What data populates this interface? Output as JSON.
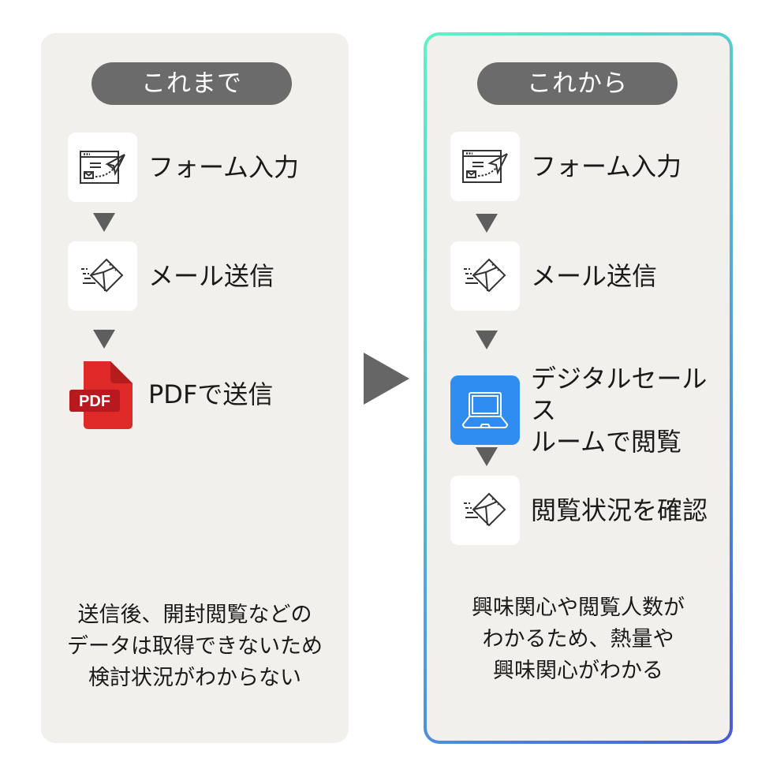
{
  "before": {
    "heading": "これまで",
    "steps": [
      {
        "label": "フォーム入力",
        "icon": "form-send-icon"
      },
      {
        "label": "メール送信",
        "icon": "mail-send-icon"
      },
      {
        "label": "PDFで送信",
        "icon": "pdf-file-icon",
        "icon_text": "PDF"
      }
    ],
    "note": "送信後、開封閲覧などの\nデータは取得できないため\n検討状況がわからない"
  },
  "after": {
    "heading": "これから",
    "steps": [
      {
        "label": "フォーム入力",
        "icon": "form-send-icon"
      },
      {
        "label": "メール送信",
        "icon": "mail-send-icon"
      },
      {
        "label": "デジタルセールス\nルームで閲覧",
        "icon": "laptop-icon"
      },
      {
        "label": "閲覧状況を確認",
        "icon": "mail-send-icon"
      }
    ],
    "note": "興味関心や閲覧人数が\nわかるため、熱量や\n興味関心がわかる"
  },
  "colors": {
    "panel_bg": "#f1f0ed",
    "pill_bg": "#6b6b6b",
    "arrow": "#5e5e5e",
    "pdf_red": "#e02a2a",
    "laptop_tile": "#2f8cf0",
    "border_gradient_start": "#5ef2c6",
    "border_gradient_end": "#4a5bd8"
  }
}
